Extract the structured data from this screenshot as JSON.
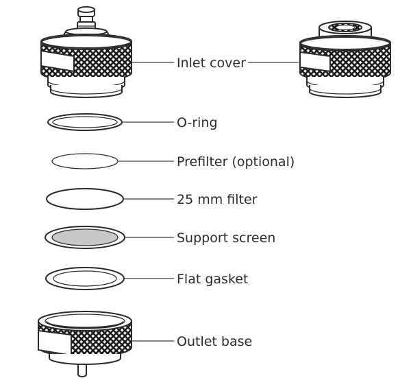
{
  "labels": {
    "inlet_cover": "Inlet cover",
    "o_ring": "O-ring",
    "prefilter": "Prefilter (optional)",
    "filter": "25 mm filter",
    "support_screen": "Support screen",
    "flat_gasket": "Flat gasket",
    "outlet_base": "Outlet base"
  },
  "colors": {
    "line": "#2a2a2a",
    "knurl": "#1a1a1a",
    "screen_fill": "#c8c8c8",
    "text": "#2b2b2b"
  }
}
